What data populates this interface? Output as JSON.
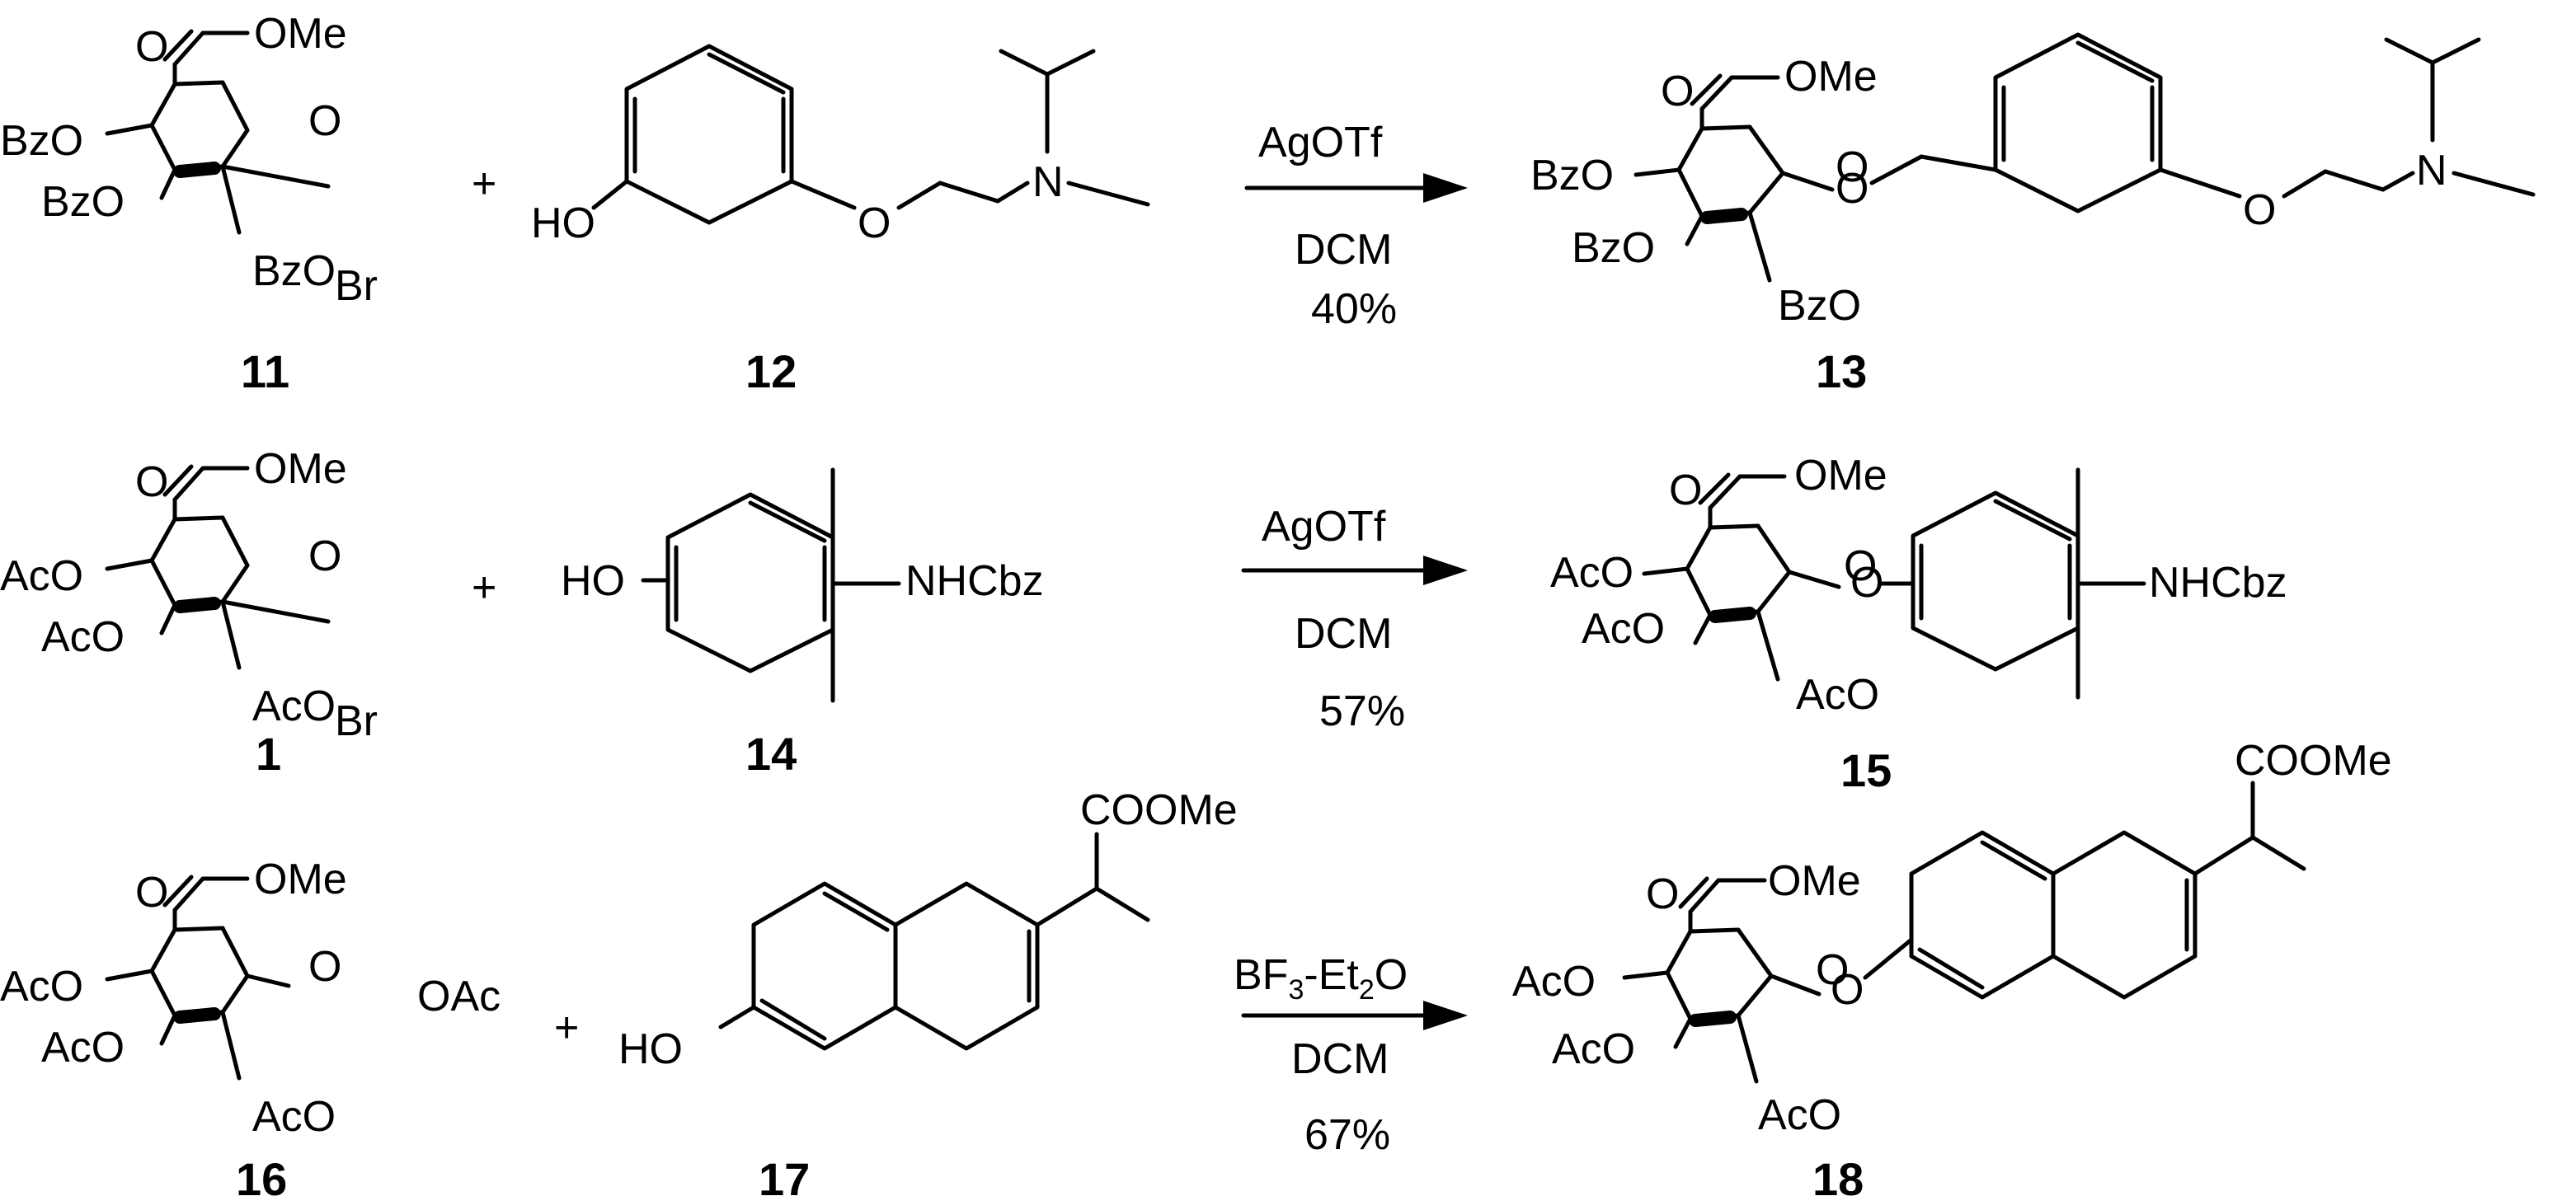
{
  "labels": {
    "r1": {
      "glc_co2me": "OMe",
      "glc_o_keto": "O",
      "glc_ring_o": "O",
      "glc_o4": "BzO",
      "glc_o3": "BzO",
      "glc_o2": "BzO",
      "glc_br": "Br",
      "plus": "+",
      "phenol_ho": "HO",
      "phenol_ether_o": "O",
      "phenol_n": "N",
      "reagent": "AgOTf",
      "solvent": "DCM",
      "yield": "40%",
      "prod_co2me": "OMe",
      "prod_o_keto": "O",
      "prod_ring_o": "O",
      "prod_o4": "BzO",
      "prod_o3": "BzO",
      "prod_o2": "BzO",
      "prod_glyco_o": "O",
      "prod_ether_o": "O",
      "prod_n": "N",
      "num_a": "11",
      "num_b": "12",
      "num_c": "13"
    },
    "r2": {
      "glc_co2me": "OMe",
      "glc_o_keto": "O",
      "glc_ring_o": "O",
      "glc_o4": "AcO",
      "glc_o3": "AcO",
      "glc_o2": "AcO",
      "glc_br": "Br",
      "plus": "+",
      "phenol_ho": "HO",
      "phenol_nh": "NHCbz",
      "reagent": "AgOTf",
      "solvent": "DCM",
      "yield": "57%",
      "prod_co2me": "OMe",
      "prod_o_keto": "O",
      "prod_ring_o": "O",
      "prod_o4": "AcO",
      "prod_o3": "AcO",
      "prod_o2": "AcO",
      "prod_glyco_o": "O",
      "prod_nh": "NHCbz",
      "num_a": "1",
      "num_b": "14",
      "num_c": "15"
    },
    "r3": {
      "glc_co2me": "OMe",
      "glc_o_keto": "O",
      "glc_ring_o": "O",
      "glc_o4": "AcO",
      "glc_o3": "AcO",
      "glc_o2": "AcO",
      "glc_oac": "OAc",
      "plus": "+",
      "naph_ho": "HO",
      "naph_cooме_placeholder": "",
      "naph_coome": "COOMe",
      "reagent_bf": "BF",
      "reagent_sub3": "3",
      "reagent_et": "-Et",
      "reagent_sub2": "2",
      "reagent_o": "O",
      "solvent": "DCM",
      "yield": "67%",
      "prod_co2me": "OMe",
      "prod_o_keto": "O",
      "prod_ring_o": "O",
      "prod_o4": "AcO",
      "prod_o3": "AcO",
      "prod_o2": "AcO",
      "prod_glyco_o": "O",
      "prod_coome": "COOMe",
      "num_a": "16",
      "num_b": "17",
      "num_c": "18"
    }
  }
}
